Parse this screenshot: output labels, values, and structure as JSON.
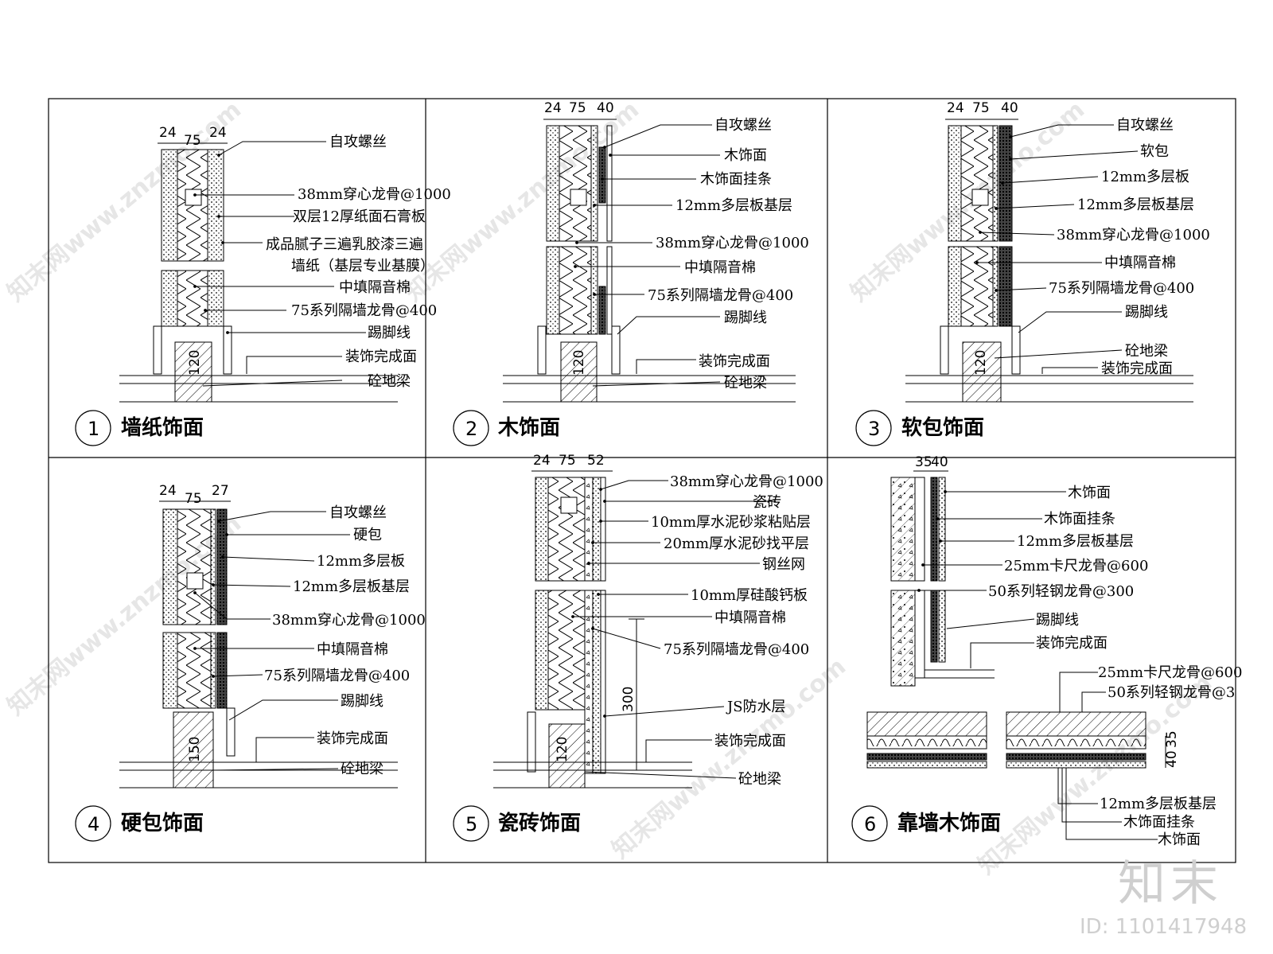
{
  "brand": "知末",
  "id_label": "ID: 1101417948",
  "watermark": "知末网www.znzmo.com",
  "panels": [
    {
      "number": "1",
      "title": "墙纸饰面",
      "dims": [
        "24",
        "75",
        "24"
      ],
      "section_dim": "120",
      "labels": [
        "自攻螺丝",
        "38mm穿心龙骨@1000",
        "双层12厚纸面石膏板",
        "成品腻子三遍乳胶漆三遍",
        "墙纸（基层专业基膜）",
        "中填隔音棉",
        "75系列隔墙龙骨@400",
        "踢脚线",
        "装饰完成面",
        "砼地梁"
      ]
    },
    {
      "number": "2",
      "title": "木饰面",
      "dims": [
        "24",
        "75",
        "40"
      ],
      "section_dim": "120",
      "labels": [
        "自攻螺丝",
        "木饰面",
        "木饰面挂条",
        "12mm多层板基层",
        "38mm穿心龙骨@1000",
        "中填隔音棉",
        "75系列隔墙龙骨@400",
        "踢脚线",
        "装饰完成面",
        "砼地梁"
      ]
    },
    {
      "number": "3",
      "title": "软包饰面",
      "dims": [
        "24",
        "75",
        "40"
      ],
      "section_dim": "120",
      "labels": [
        "自攻螺丝",
        "软包",
        "12mm多层板",
        "12mm多层板基层",
        "38mm穿心龙骨@1000",
        "中填隔音棉",
        "75系列隔墙龙骨@400",
        "踢脚线",
        "砼地梁",
        "装饰完成面"
      ]
    },
    {
      "number": "4",
      "title": "硬包饰面",
      "dims": [
        "24",
        "75",
        "27"
      ],
      "section_dim": "150",
      "labels": [
        "自攻螺丝",
        "硬包",
        "12mm多层板",
        "12mm多层板基层",
        "38mm穿心龙骨@1000",
        "中填隔音棉",
        "75系列隔墙龙骨@400",
        "踢脚线",
        "装饰完成面",
        "砼地梁"
      ]
    },
    {
      "number": "5",
      "title": "瓷砖饰面",
      "dims": [
        "24",
        "75",
        "52"
      ],
      "section_dim": "120",
      "height_dim": "300",
      "labels": [
        "38mm穿心龙骨@1000",
        "瓷砖",
        "10mm厚水泥砂浆粘贴层",
        "20mm厚水泥砂找平层",
        "钢丝网",
        "10mm厚硅酸钙板",
        "中填隔音棉",
        "75系列隔墙龙骨@400",
        "JS防水层",
        "装饰完成面",
        "砼地梁"
      ]
    },
    {
      "number": "6",
      "title": "靠墙木饰面",
      "dims": [
        "35",
        "40"
      ],
      "plan_dims": [
        "40",
        "35"
      ],
      "labels": [
        "木饰面",
        "木饰面挂条",
        "12mm多层板基层",
        "25mm卡尺龙骨@600",
        "50系列轻钢龙骨@300",
        "踢脚线",
        "装饰完成面",
        "25mm卡尺龙骨@600",
        "50系列轻钢龙骨@3",
        "12mm多层板基层",
        "木饰面挂条",
        "木饰面"
      ]
    }
  ]
}
